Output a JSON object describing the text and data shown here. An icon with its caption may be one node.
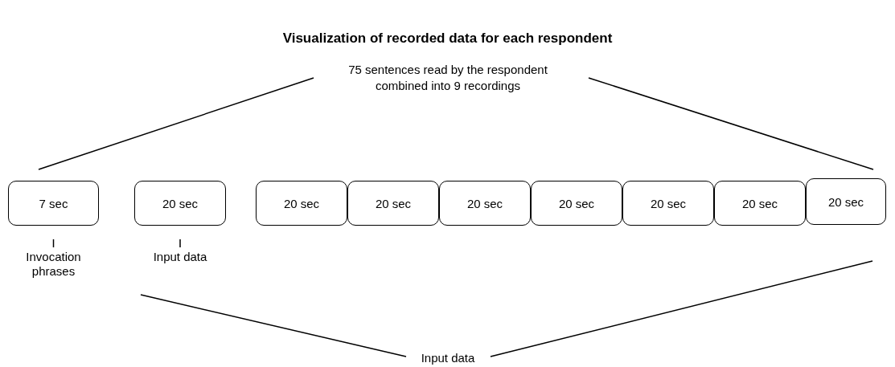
{
  "diagram": {
    "title": "Visualization of recorded data for each respondent",
    "nodes": [
      {
        "text": [
          "7 sec"
        ],
        "beside": [
          "Invocation phrases"
        ]
      },
      {
        "text": [
          "20 sec"
        ],
        "beside": [
          "Input data"
        ]
      },
      {
        "text": [
          "20 sec"
        ]
      },
      {
        "text": [
          "20 sec"
        ]
      },
      {
        "text": [
          "20 sec"
        ]
      },
      {
        "text": [
          "20 sec"
        ]
      },
      {
        "text": [
          "20 sec"
        ]
      },
      {
        "text": [
          "20 sec"
        ]
      },
      {
        "text": [
          "20 sec"
        ]
      }
    ],
    "labels": [
      "75 sentences read by the respondent combined into 9 recordings",
      "Input data"
    ]
  }
}
